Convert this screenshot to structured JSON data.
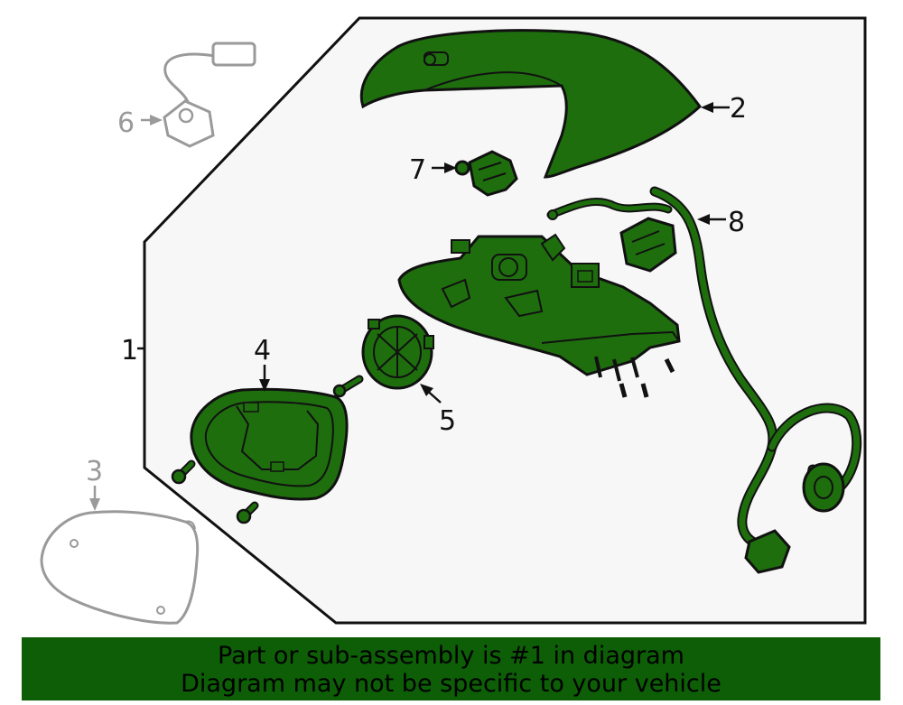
{
  "callouts": {
    "c1": "1",
    "c2": "2",
    "c3": "3",
    "c4": "4",
    "c5": "5",
    "c6": "6",
    "c7": "7",
    "c8": "8"
  },
  "banner": {
    "line1": "Part or sub-assembly is #1 in diagram",
    "line2": "Diagram may not be specific to your vehicle"
  },
  "colors": {
    "part_fill": "#1e6e0e",
    "banner_bg": "#0d5e06",
    "outline": "#111111",
    "gray_parts": "#9a9a9a",
    "panel_bg": "#f7f7f7"
  },
  "icons": {
    "arrow": "arrow-icon"
  }
}
